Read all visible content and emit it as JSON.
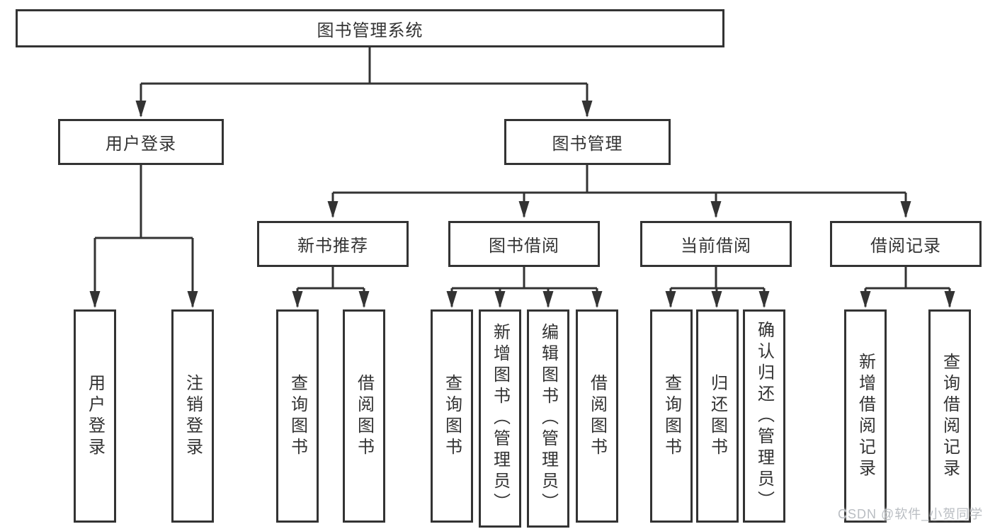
{
  "diagram": {
    "root": {
      "label": "图书管理系统"
    },
    "login": {
      "label": "用户登录",
      "children": [
        {
          "label": "用户登录"
        },
        {
          "label": "注销登录"
        }
      ]
    },
    "manage": {
      "label": "图书管理",
      "sections": [
        {
          "label": "新书推荐",
          "children": [
            {
              "label": "查询图书"
            },
            {
              "label": "借阅图书"
            }
          ]
        },
        {
          "label": "图书借阅",
          "children": [
            {
              "label": "查询图书"
            },
            {
              "label": "新增图书（管理员）"
            },
            {
              "label": "编辑图书（管理员）"
            },
            {
              "label": "借阅图书"
            }
          ]
        },
        {
          "label": "当前借阅",
          "children": [
            {
              "label": "查询图书"
            },
            {
              "label": "归还图书"
            },
            {
              "label": "确认归还（管理员）"
            }
          ]
        },
        {
          "label": "借阅记录",
          "children": [
            {
              "label": "新增借阅记录"
            },
            {
              "label": "查询借阅记录"
            }
          ]
        }
      ]
    }
  },
  "watermark": "CSDN @软件_小贺同学",
  "colors": {
    "line": "#333333",
    "text": "#333333",
    "watermark": "#b9bdc2"
  }
}
